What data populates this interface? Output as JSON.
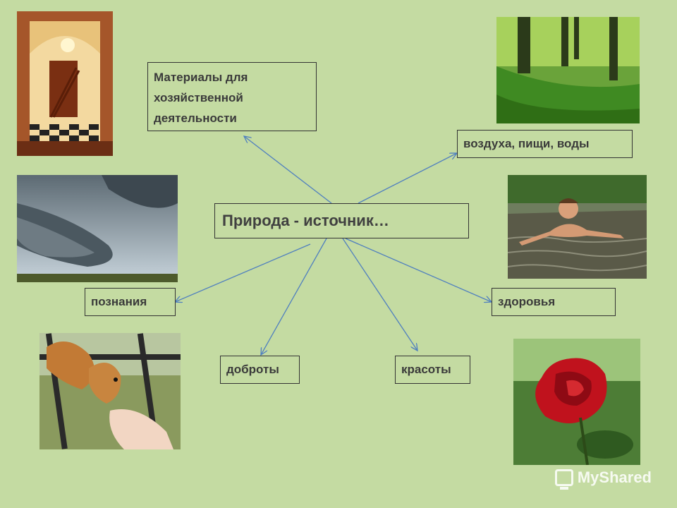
{
  "center": "Природа -  источник…",
  "nodes": {
    "materials": [
      "Материалы для",
      "хозяйственной",
      "деятельности"
    ],
    "air": "воздуха, пищи, воды",
    "knowledge": "познания",
    "health": "здоровья",
    "kindness": "доброты",
    "beauty": "красоты"
  },
  "watermark": "MyShared",
  "images": [
    "interior-staircase",
    "green-forest",
    "storm-clouds",
    "boy-swimming-in-river",
    "squirrel-eating-from-hand",
    "red-rose"
  ],
  "colors": {
    "background": "#c4dba2",
    "arrow": "#4f7fbf"
  }
}
